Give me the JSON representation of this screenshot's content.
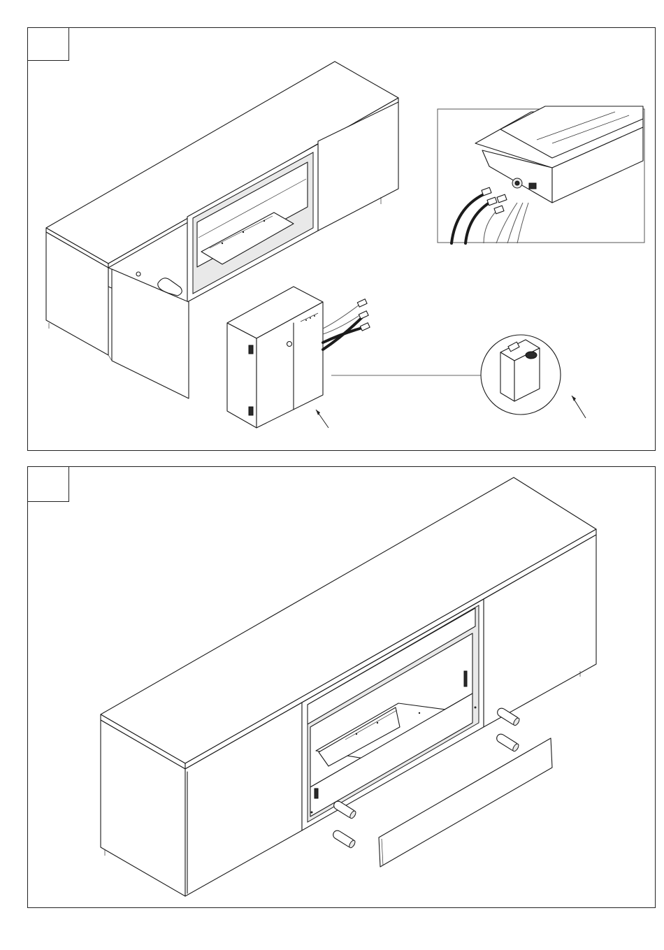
{
  "panels": [
    {
      "step_label": ""
    },
    {
      "step_label": ""
    }
  ],
  "icons": {
    "cabinet_open": "tv-cabinet-with-open-fireplace-bay",
    "fireplace_unit": "electric-fireplace-insert-box",
    "connector_detail": "wiring-connector-detail",
    "water_tank": "water-tank-with-cap",
    "cabinet_assembled": "tv-cabinet-with-fireplace-installed",
    "front_panel": "front-cover-panel",
    "dowel_pins": "wooden-dowel-pins"
  }
}
